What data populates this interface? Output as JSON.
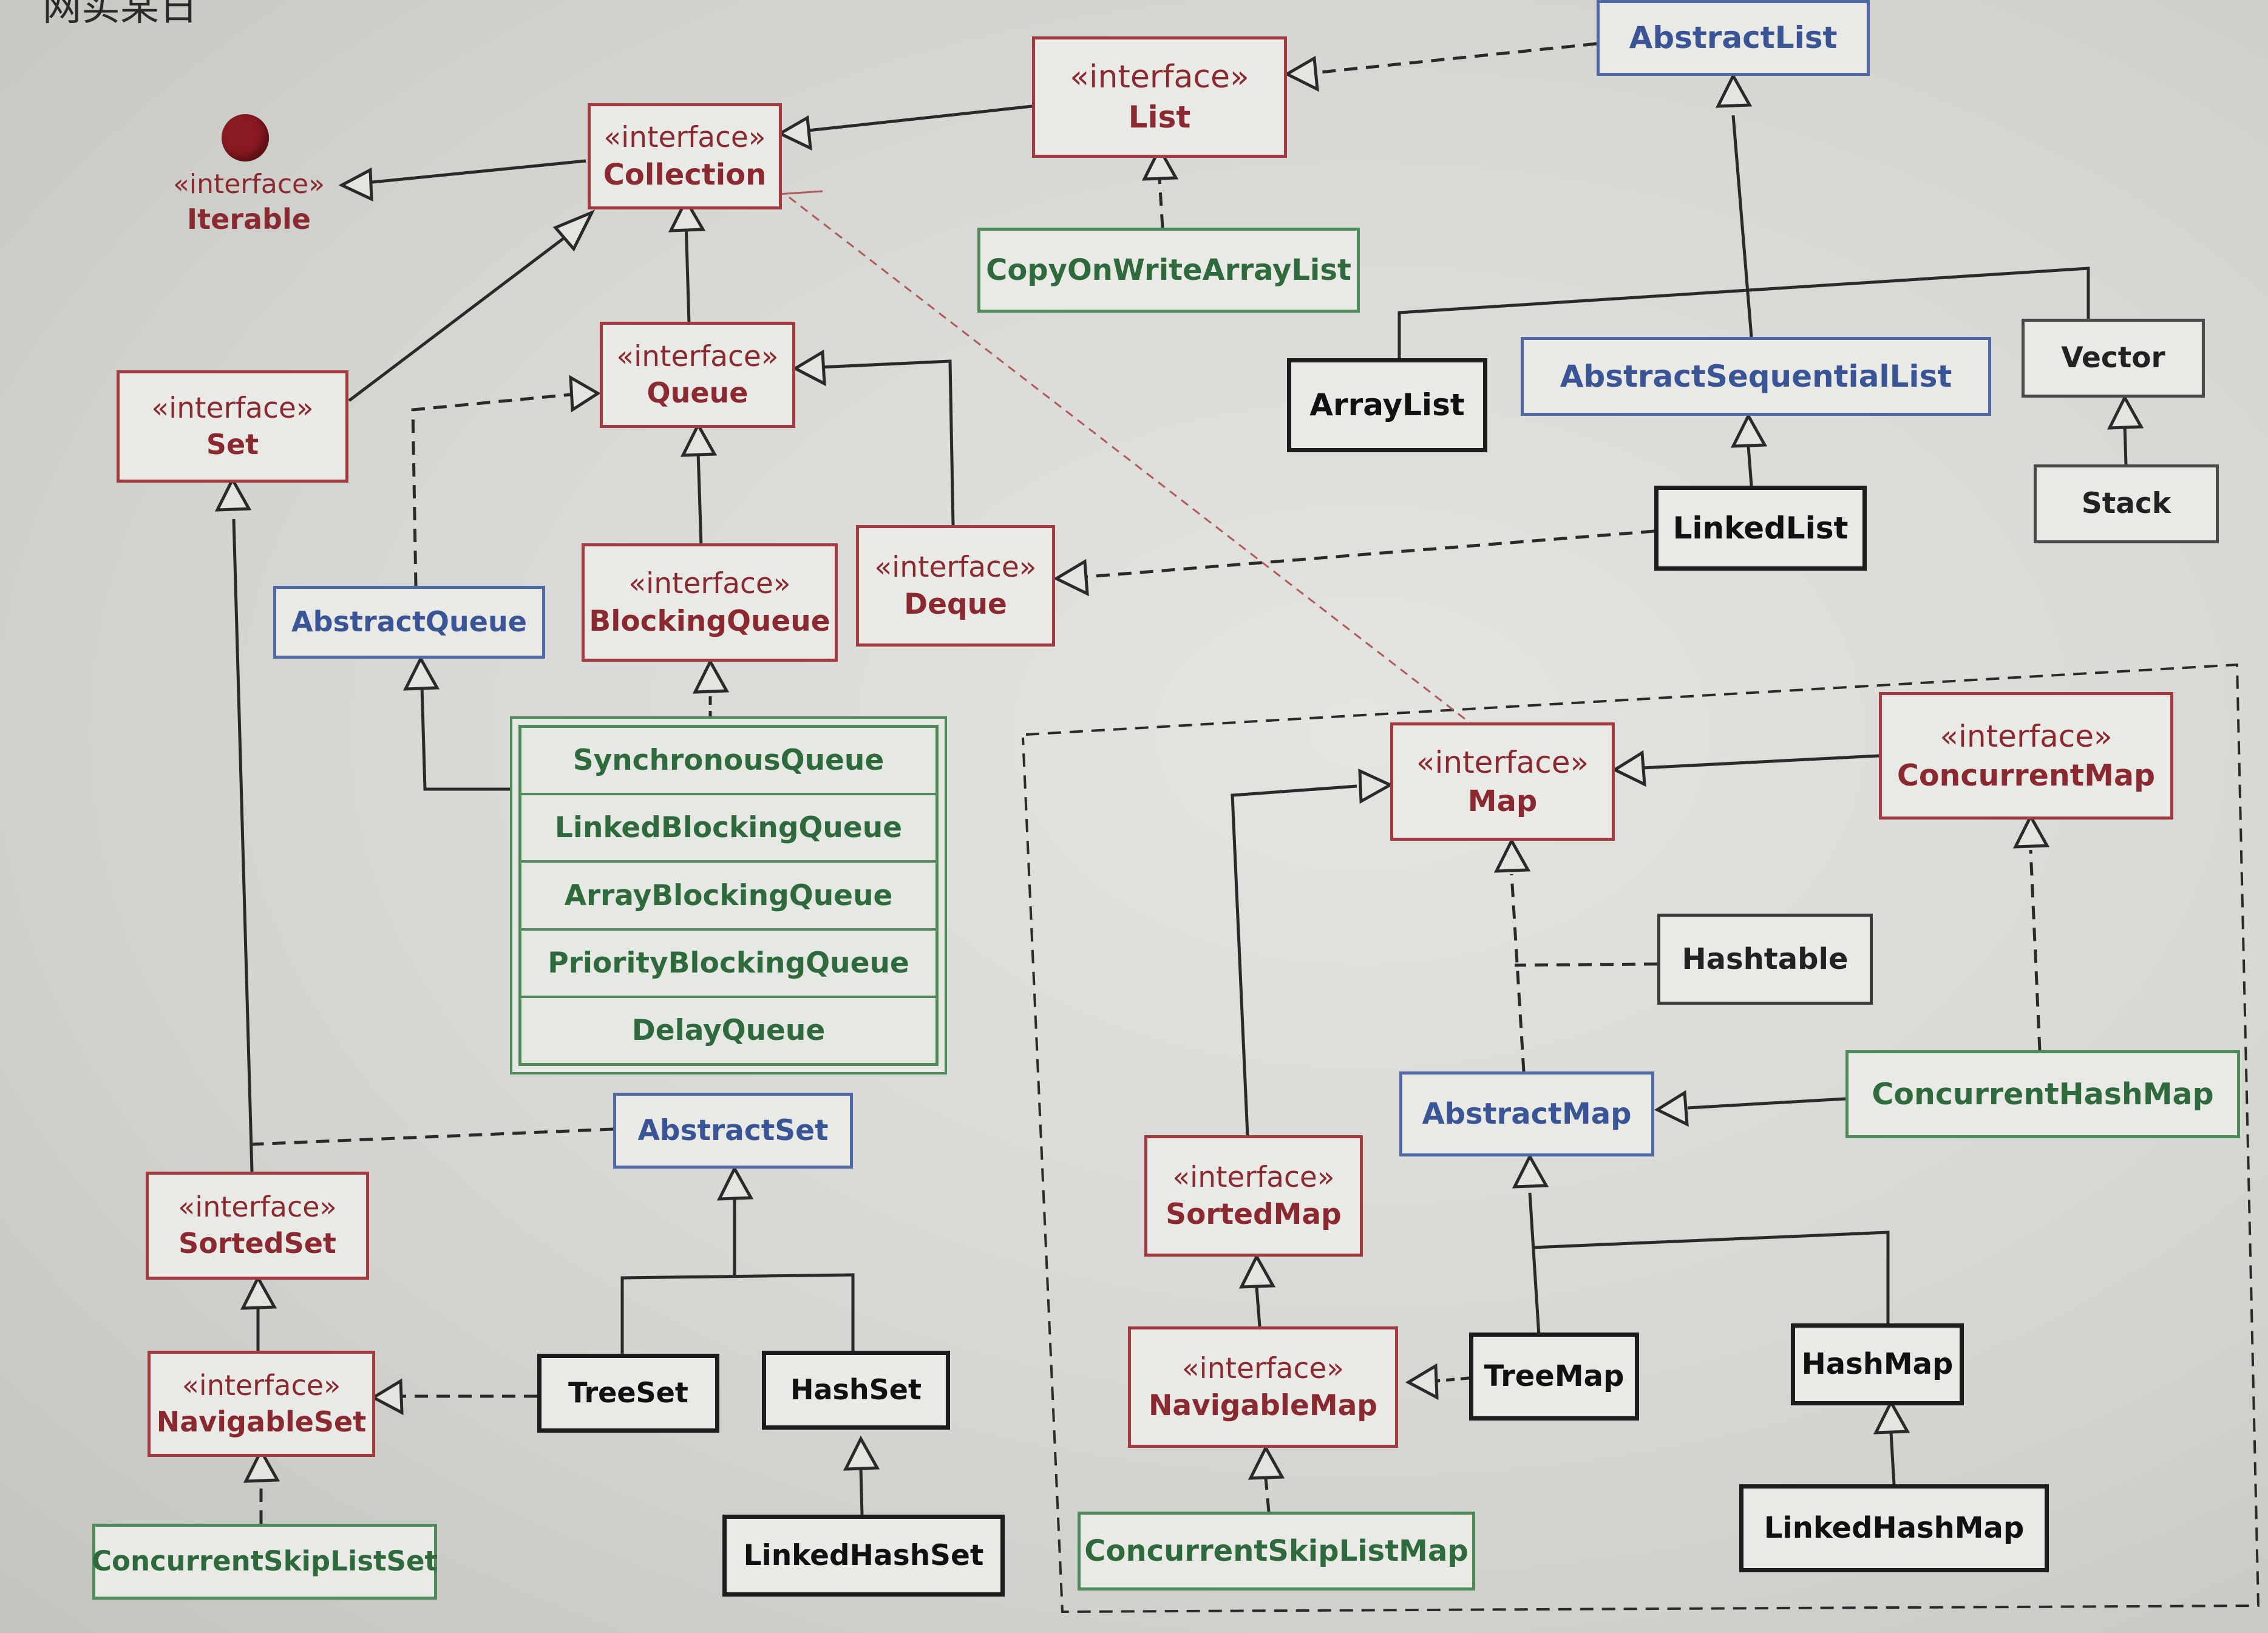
{
  "header_fragment": "网实某日",
  "stereotype": "«interface»",
  "iterable": {
    "stereotype": "«interface»",
    "name": "Iterable"
  },
  "interfaces": {
    "collection": "Collection",
    "list": "List",
    "queue": "Queue",
    "set": "Set",
    "blocking_queue": "BlockingQueue",
    "deque": "Deque",
    "sorted_set": "SortedSet",
    "navigable_set": "NavigableSet",
    "map": "Map",
    "concurrent_map": "ConcurrentMap",
    "sorted_map": "SortedMap",
    "navigable_map": "NavigableMap"
  },
  "abstract_classes": {
    "abstract_list": "AbstractList",
    "abstract_sequential_list": "AbstractSequentialList",
    "abstract_queue": "AbstractQueue",
    "abstract_set": "AbstractSet",
    "abstract_map": "AbstractMap"
  },
  "classes": {
    "array_list": "ArrayList",
    "vector": "Vector",
    "stack": "Stack",
    "linked_list": "LinkedList",
    "hashtable": "Hashtable",
    "tree_set": "TreeSet",
    "hash_set": "HashSet",
    "linked_hash_set": "LinkedHashSet",
    "tree_map": "TreeMap",
    "hash_map": "HashMap",
    "linked_hash_map": "LinkedHashMap"
  },
  "concurrent_classes": {
    "copy_on_write_array_list": "CopyOnWriteArrayList",
    "concurrent_skip_list_set": "ConcurrentSkipListSet",
    "concurrent_hash_map": "ConcurrentHashMap",
    "concurrent_skip_list_map": "ConcurrentSkipListMap"
  },
  "blocking_queue_impls": [
    "SynchronousQueue",
    "LinkedBlockingQueue",
    "ArrayBlockingQueue",
    "PriorityBlockingQueue",
    "DelayQueue"
  ],
  "colors": {
    "interface": "#a23a3f",
    "abstract": "#4f68a8",
    "concurrent": "#4e8a5a",
    "class": "#1d1d1d"
  }
}
